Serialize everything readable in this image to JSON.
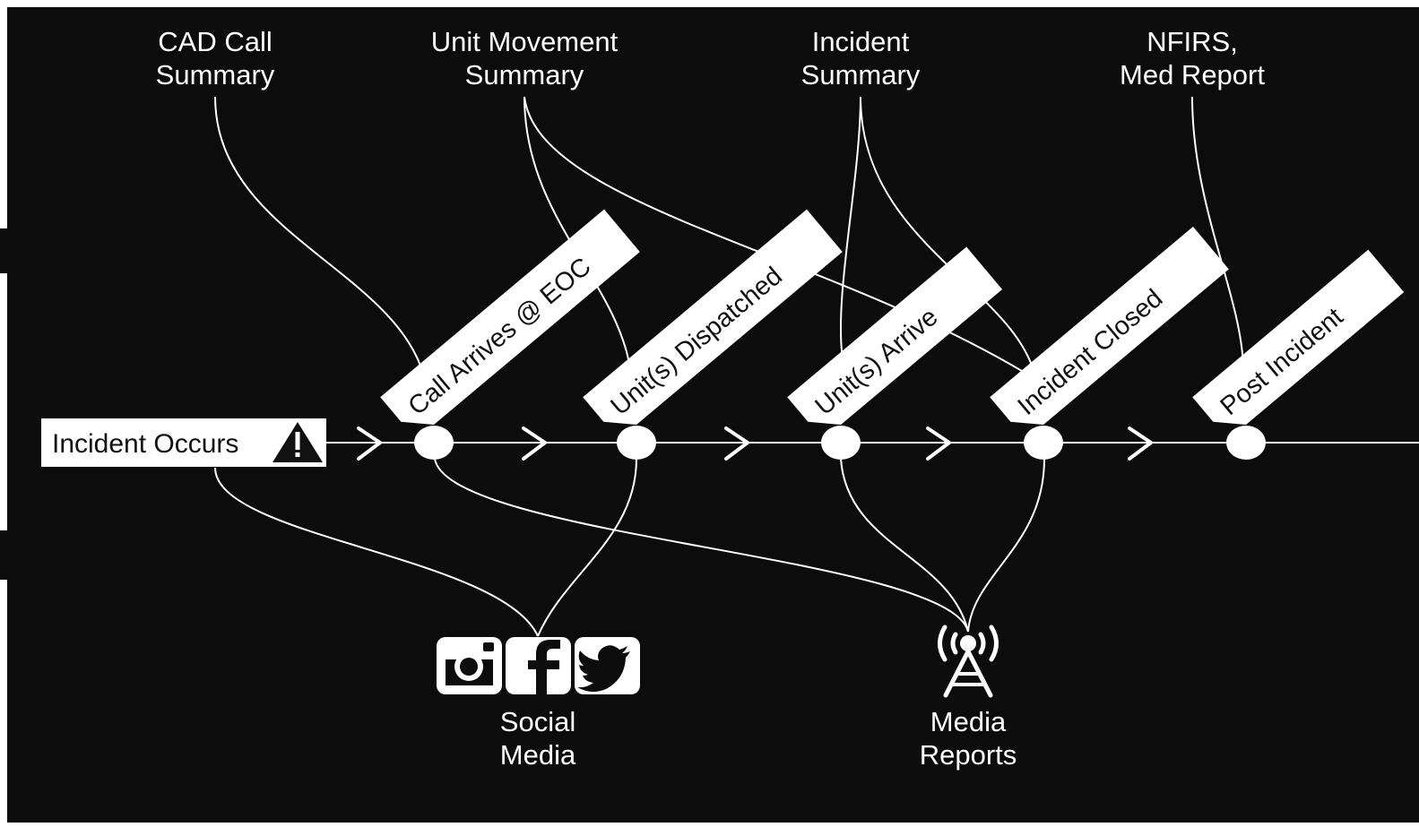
{
  "colors": {
    "background": "#0b0c0b",
    "foreground": "#ffffff",
    "frame": "#ffffff"
  },
  "top_labels": [
    {
      "line1": "CAD Call",
      "line2": "Summary"
    },
    {
      "line1": "Unit Movement",
      "line2": "Summary"
    },
    {
      "line1": "Incident",
      "line2": "Summary"
    },
    {
      "line1": "NFIRS,",
      "line2": "Med Report"
    }
  ],
  "start": {
    "label": "Incident Occurs",
    "icon": "warning-triangle-icon"
  },
  "stages": [
    {
      "label": "Call Arrives @ EOC"
    },
    {
      "label": "Unit(s) Dispatched"
    },
    {
      "label": "Unit(s) Arrive"
    },
    {
      "label": "Incident Closed"
    },
    {
      "label": "Post Incident"
    }
  ],
  "bottom_labels": {
    "social": {
      "line1": "Social",
      "line2": "Media",
      "icons": [
        "instagram-icon",
        "facebook-icon",
        "twitter-icon"
      ]
    },
    "media": {
      "line1": "Media",
      "line2": "Reports",
      "icon": "broadcast-tower-icon"
    }
  }
}
